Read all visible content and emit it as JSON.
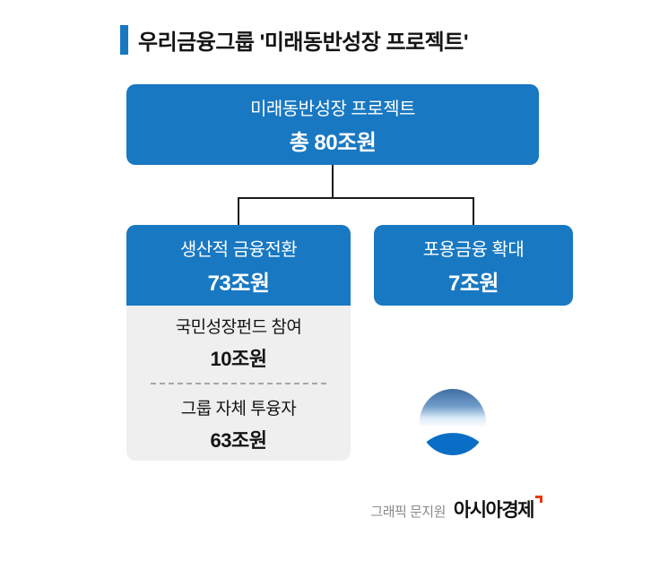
{
  "colors": {
    "blue": "#1878c2",
    "panel": "#efefef",
    "line": "#1a1a1a",
    "red": "#e8380d"
  },
  "title": {
    "text": "우리금융그룹 '미래동반성장 프로젝트'"
  },
  "root_node": {
    "line1": "미래동반성장 프로젝트",
    "line2": "총 80조원"
  },
  "left_node": {
    "line1": "생산적 금융전환",
    "line2": "73조원",
    "sub_items": [
      {
        "line1": "국민성장펀드 참여",
        "line2": "10조원"
      },
      {
        "line1": "그룹 자체 투융자",
        "line2": "63조원"
      }
    ]
  },
  "right_node": {
    "line1": "포용금융 확대",
    "line2": "7조원"
  },
  "footer": {
    "credit": "그래픽 문지원",
    "brand": "아시아경제"
  }
}
